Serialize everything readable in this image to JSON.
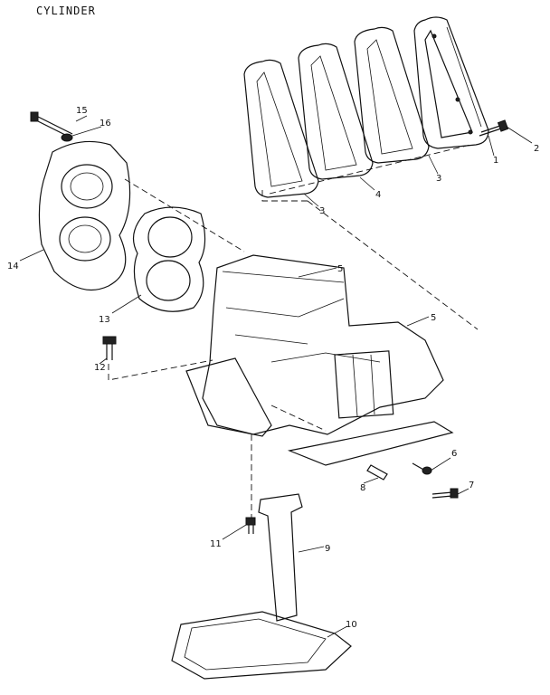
{
  "title": "CYLINDER",
  "callouts": {
    "c1": "1",
    "c2": "2",
    "c3a": "3",
    "c3b": "3",
    "c4": "4",
    "c5a": "5",
    "c5b": "5",
    "c6": "6",
    "c7": "7",
    "c8": "8",
    "c9": "9",
    "c10": "10",
    "c11": "11",
    "c12": "12",
    "c13": "13",
    "c14": "14",
    "c15": "15",
    "c16": "16"
  }
}
